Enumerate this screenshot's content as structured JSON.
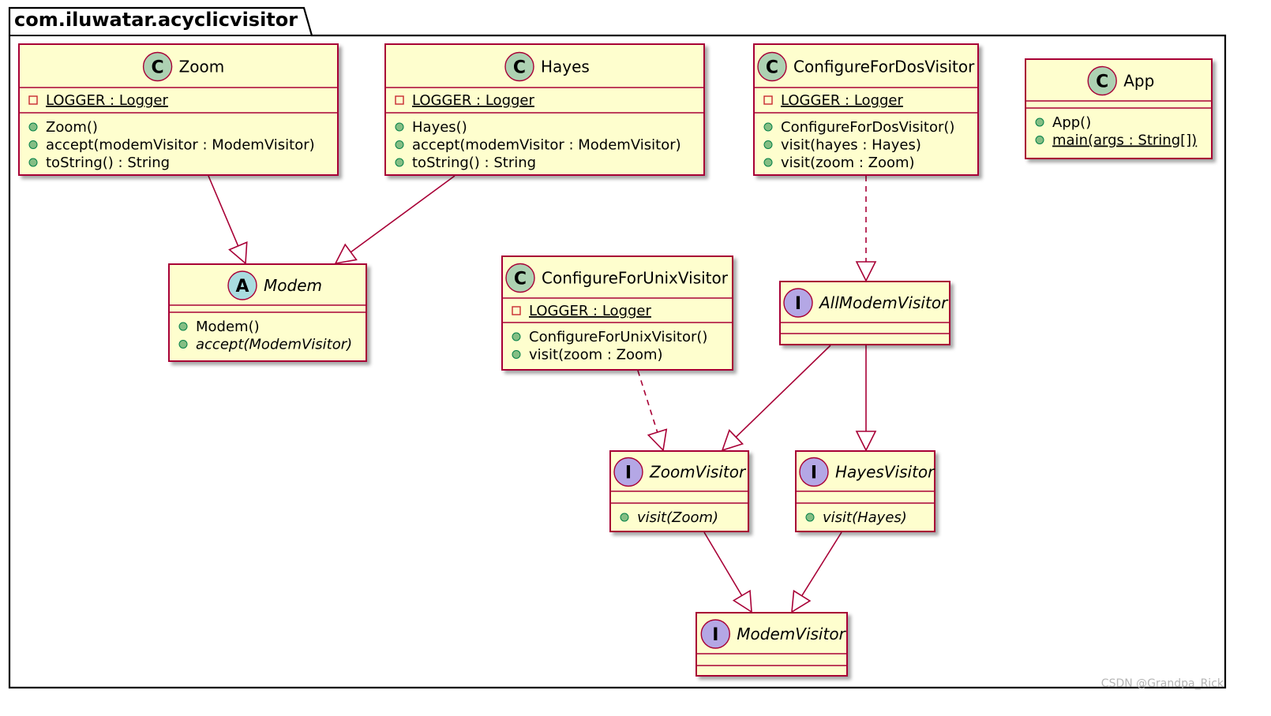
{
  "package": {
    "name": "com.iluwatar.acyclicvisitor"
  },
  "colors": {
    "box_fill": "#fefece",
    "box_stroke": "#a80036",
    "class_badge": "#add1b2",
    "abstract_badge": "#a9dcdf",
    "interface_badge": "#b4a7e5",
    "private_icon": "#c82930",
    "public_icon": "#84be84"
  },
  "classes": {
    "zoom": {
      "kind": "class",
      "badge": "C",
      "name": "Zoom",
      "fields": [
        {
          "visibility": "private",
          "text": "LOGGER : Logger",
          "static": true
        }
      ],
      "methods": [
        {
          "visibility": "public",
          "text": "Zoom()"
        },
        {
          "visibility": "public",
          "text": "accept(modemVisitor : ModemVisitor)"
        },
        {
          "visibility": "public",
          "text": "toString() : String"
        }
      ]
    },
    "hayes": {
      "kind": "class",
      "badge": "C",
      "name": "Hayes",
      "fields": [
        {
          "visibility": "private",
          "text": "LOGGER : Logger",
          "static": true
        }
      ],
      "methods": [
        {
          "visibility": "public",
          "text": "Hayes()"
        },
        {
          "visibility": "public",
          "text": "accept(modemVisitor : ModemVisitor)"
        },
        {
          "visibility": "public",
          "text": "toString() : String"
        }
      ]
    },
    "configure_dos": {
      "kind": "class",
      "badge": "C",
      "name": "ConfigureForDosVisitor",
      "fields": [
        {
          "visibility": "private",
          "text": "LOGGER : Logger",
          "static": true
        }
      ],
      "methods": [
        {
          "visibility": "public",
          "text": "ConfigureForDosVisitor()"
        },
        {
          "visibility": "public",
          "text": "visit(hayes : Hayes)"
        },
        {
          "visibility": "public",
          "text": "visit(zoom : Zoom)"
        }
      ]
    },
    "app": {
      "kind": "class",
      "badge": "C",
      "name": "App",
      "fields": [],
      "methods": [
        {
          "visibility": "public",
          "text": "App()"
        },
        {
          "visibility": "public",
          "text": "main(args : String[])",
          "static": true
        }
      ]
    },
    "modem": {
      "kind": "abstract",
      "badge": "A",
      "name": "Modem",
      "fields": [],
      "methods": [
        {
          "visibility": "public",
          "text": "Modem()"
        },
        {
          "visibility": "public",
          "text": "accept(ModemVisitor)",
          "abstract": true
        }
      ]
    },
    "configure_unix": {
      "kind": "class",
      "badge": "C",
      "name": "ConfigureForUnixVisitor",
      "fields": [
        {
          "visibility": "private",
          "text": "LOGGER : Logger",
          "static": true
        }
      ],
      "methods": [
        {
          "visibility": "public",
          "text": "ConfigureForUnixVisitor()"
        },
        {
          "visibility": "public",
          "text": "visit(zoom : Zoom)"
        }
      ]
    },
    "all_modem_visitor": {
      "kind": "interface",
      "badge": "I",
      "name": "AllModemVisitor",
      "fields": [],
      "methods": []
    },
    "zoom_visitor": {
      "kind": "interface",
      "badge": "I",
      "name": "ZoomVisitor",
      "fields": [],
      "methods": [
        {
          "visibility": "public",
          "text": "visit(Zoom)",
          "abstract": true
        }
      ]
    },
    "hayes_visitor": {
      "kind": "interface",
      "badge": "I",
      "name": "HayesVisitor",
      "fields": [],
      "methods": [
        {
          "visibility": "public",
          "text": "visit(Hayes)",
          "abstract": true
        }
      ]
    },
    "modem_visitor": {
      "kind": "interface",
      "badge": "I",
      "name": "ModemVisitor",
      "fields": [],
      "methods": []
    }
  },
  "relations": [
    {
      "from": "zoom",
      "to": "modem",
      "type": "extends"
    },
    {
      "from": "hayes",
      "to": "modem",
      "type": "extends"
    },
    {
      "from": "configure_dos",
      "to": "all_modem_visitor",
      "type": "implements"
    },
    {
      "from": "configure_unix",
      "to": "zoom_visitor",
      "type": "implements"
    },
    {
      "from": "all_modem_visitor",
      "to": "zoom_visitor",
      "type": "extends"
    },
    {
      "from": "all_modem_visitor",
      "to": "hayes_visitor",
      "type": "extends"
    },
    {
      "from": "zoom_visitor",
      "to": "modem_visitor",
      "type": "extends"
    },
    {
      "from": "hayes_visitor",
      "to": "modem_visitor",
      "type": "extends"
    }
  ],
  "watermark": "CSDN @Grandpa_Rick"
}
